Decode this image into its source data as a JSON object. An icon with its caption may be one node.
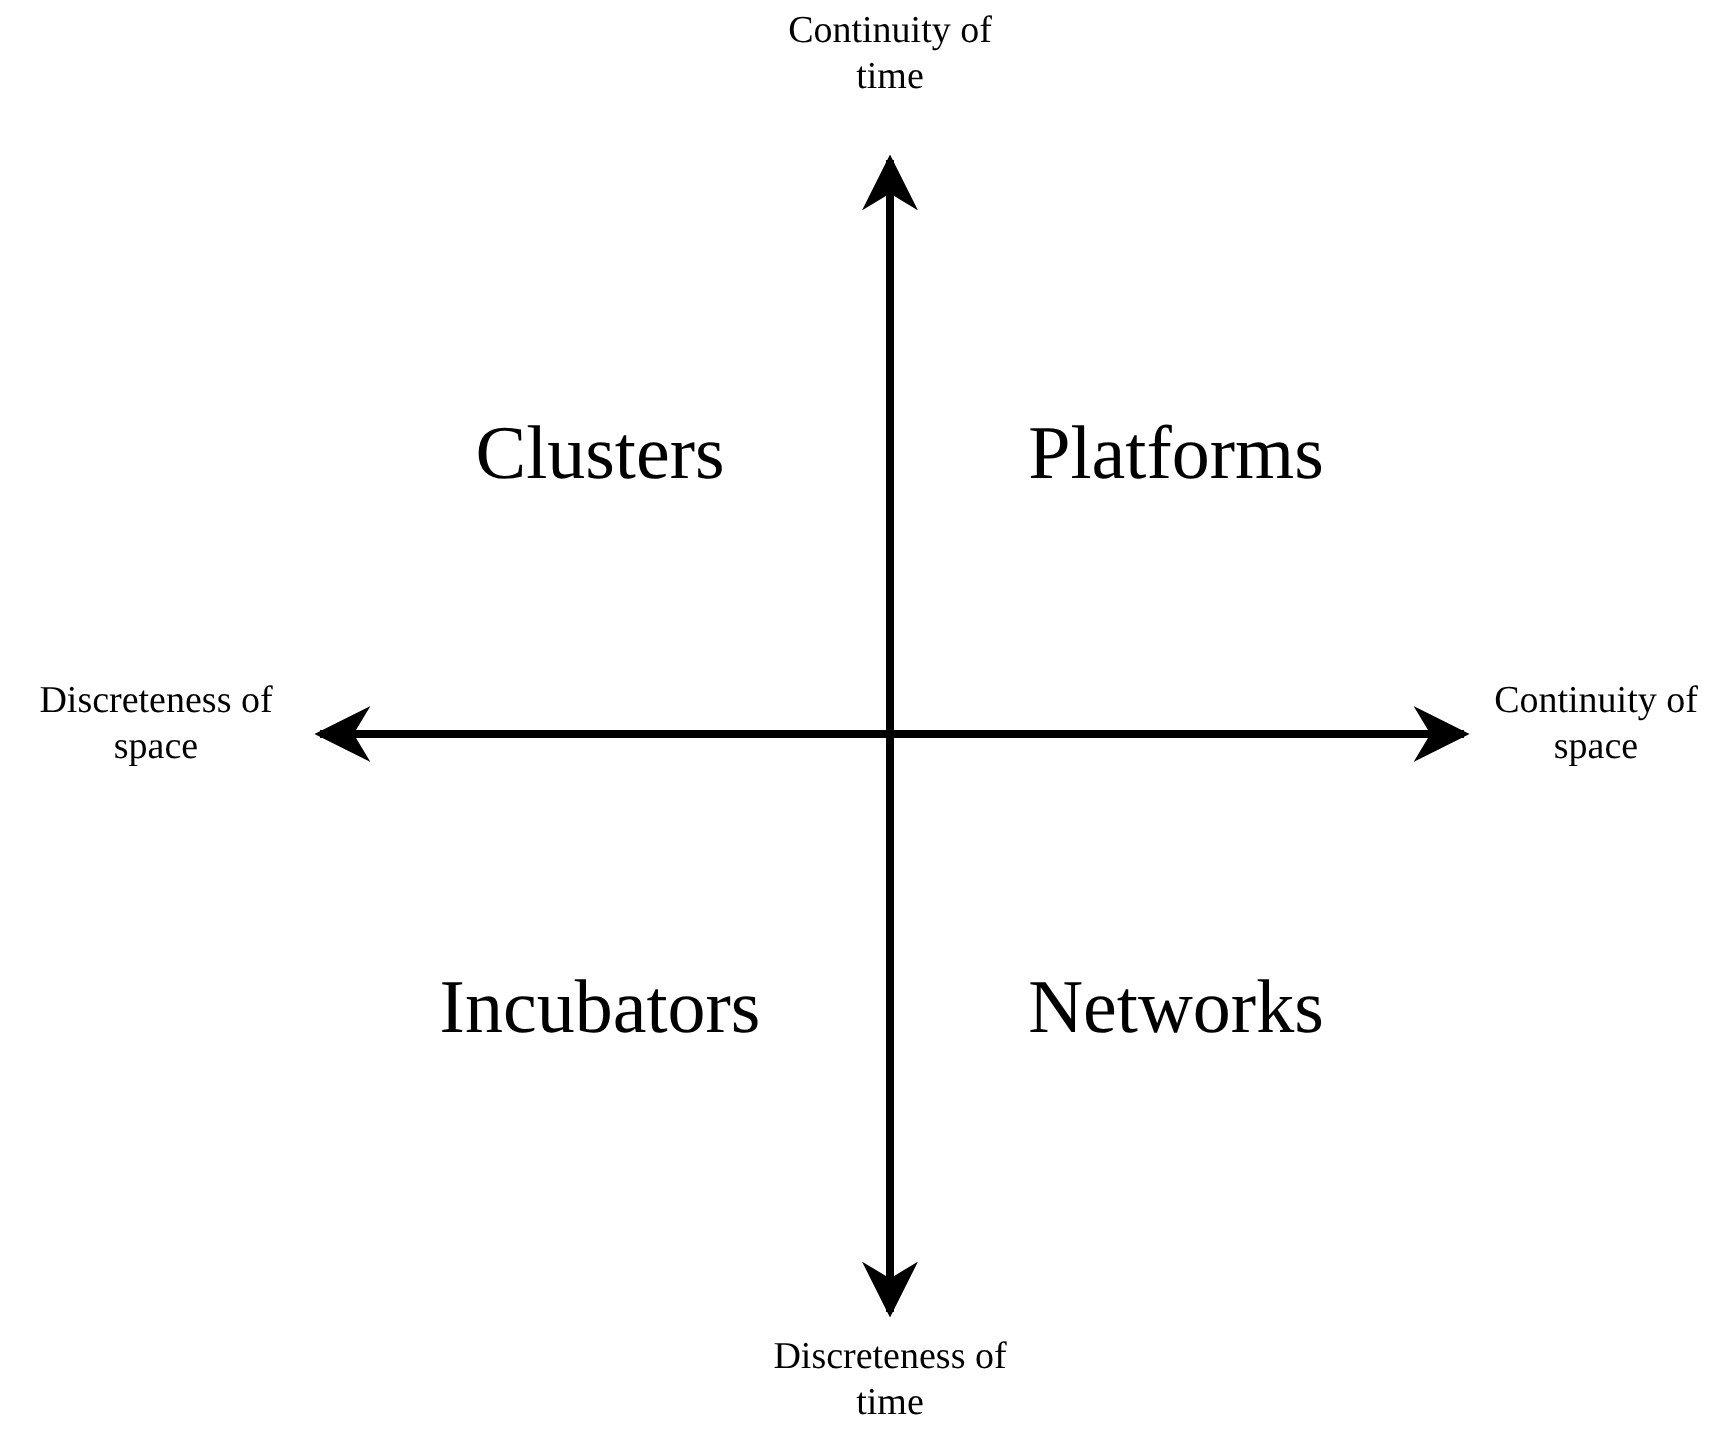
{
  "diagram": {
    "labels": [
      "Continuity of time",
      "Clusters",
      "Platforms",
      "Discreteness of space",
      "Continuity of space",
      "Incubators",
      "Networks",
      "Discreteness of time"
    ]
  }
}
